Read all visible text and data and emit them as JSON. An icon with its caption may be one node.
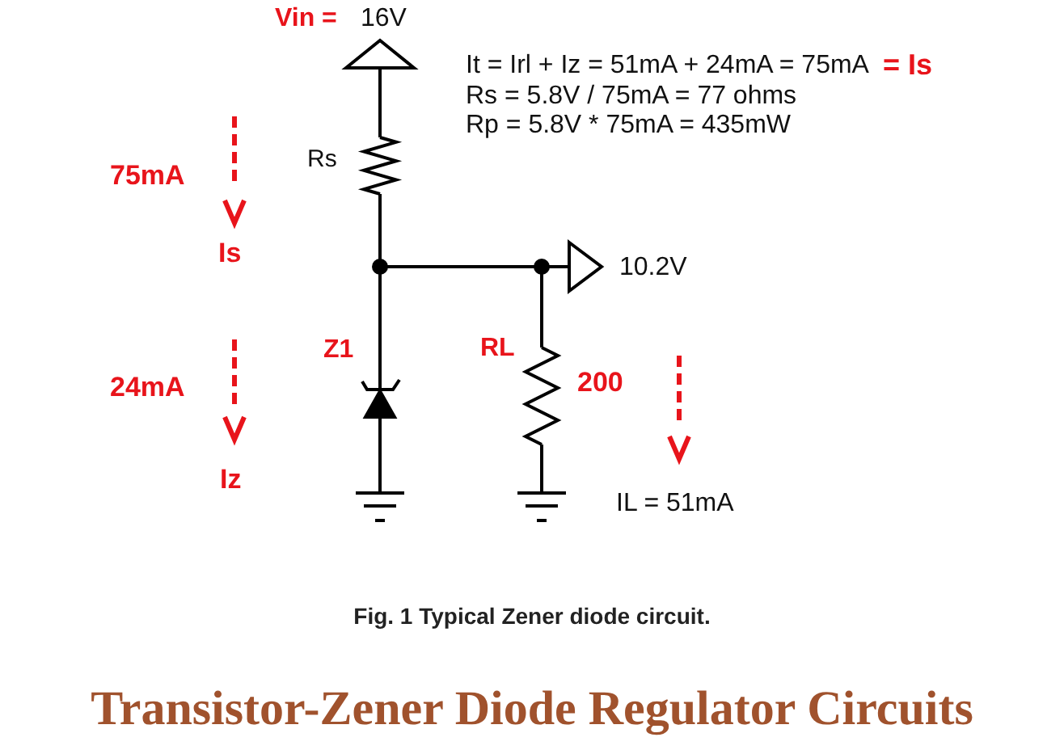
{
  "diagram": {
    "title": "Transistor-Zener Diode Regulator Circuits",
    "caption": "Fig. 1 Typical Zener diode circuit.",
    "labels": [
      "Vin =",
      "16V",
      "It = Irl + Iz = 51mA + 24mA = 75mA",
      "= Is",
      "Rs = 5.8V / 75mA = 77 ohms",
      "Rp = 5.8V * 75mA = 435mW",
      "Rs",
      "75mA",
      "Is",
      "10.2V",
      "Z1",
      "RL",
      "24mA",
      "200",
      "Iz",
      "IL = 51mA"
    ]
  }
}
